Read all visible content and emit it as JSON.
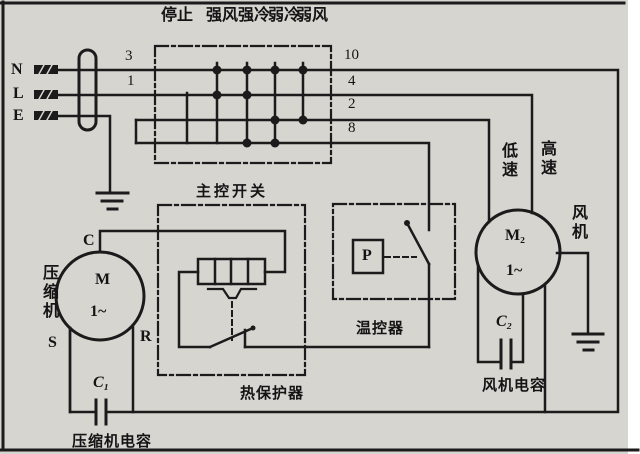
{
  "colors": {
    "paper": "#d7d5d0",
    "ink": "#1b1b1b"
  },
  "power_terminals": {
    "n": "N",
    "l": "L",
    "e": "E"
  },
  "wire_numbers": {
    "w3": "3",
    "w1": "1",
    "w10": "10",
    "w4": "4",
    "w2": "2",
    "w8": "8"
  },
  "main_switch": {
    "label": "主控开关",
    "positions": [
      "停止",
      "强风",
      "强冷",
      "弱冷",
      "弱风"
    ]
  },
  "compressor": {
    "label": "压缩机",
    "motor": "M",
    "phase": "1~",
    "terminal_c": "C",
    "terminal_s": "S",
    "terminal_r": "R",
    "capacitor_symbol": "C₁",
    "capacitor_label": "压缩机电容"
  },
  "thermal_protector": {
    "label": "热保护器"
  },
  "thermostat": {
    "label": "温控器",
    "sensor": "P"
  },
  "fan": {
    "label": "风机",
    "motor": "M₂",
    "phase": "1~",
    "low_speed": "低速",
    "high_speed": "高速",
    "capacitor_symbol": "C₂",
    "capacitor_label": "风机电容"
  }
}
